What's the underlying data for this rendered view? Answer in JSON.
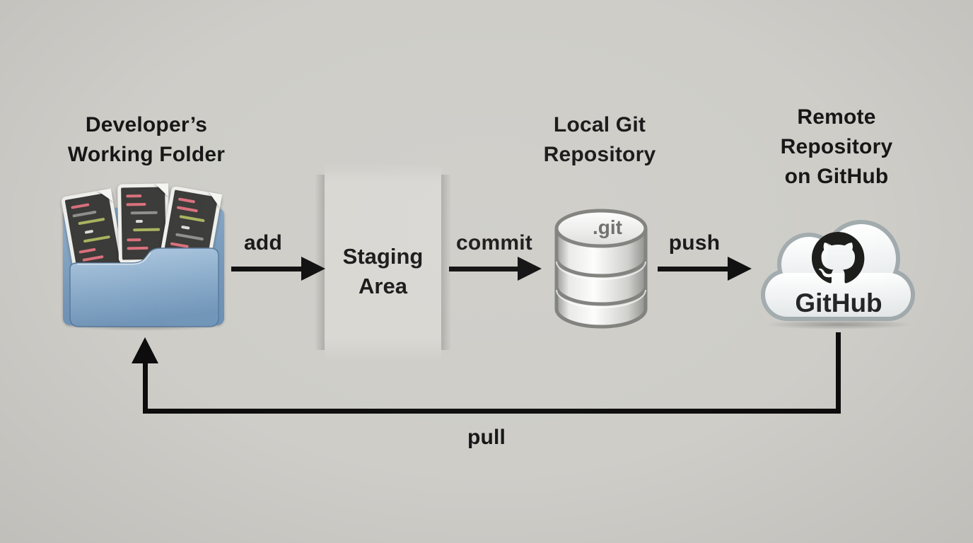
{
  "diagram": {
    "title_working_folder": "Developer’s\nWorking Folder",
    "title_local_repo": "Local Git\nRepository",
    "title_remote_repo": "Remote\nRepository\non GitHub",
    "staging_label": "Staging\nArea",
    "git_db_label": ".git",
    "github_label": "GitHub",
    "arrow_add": "add",
    "arrow_commit": "commit",
    "arrow_push": "push",
    "arrow_pull": "pull"
  },
  "colors": {
    "background": "#cecdc8",
    "text": "#161616",
    "arrow": "#0d0d0d",
    "staging_band": "#d8d7d2",
    "folder_blue": "#7d9fc1",
    "document_bg": "#3b3b39",
    "code_red": "#d9707c",
    "code_green": "#a9b35f",
    "db_silver": "#d6d6d6",
    "db_stroke": "#808080",
    "cloud_white": "#f7f8f8",
    "cloud_rim": "#a2abae",
    "github_mark": "#1d1d1b"
  }
}
